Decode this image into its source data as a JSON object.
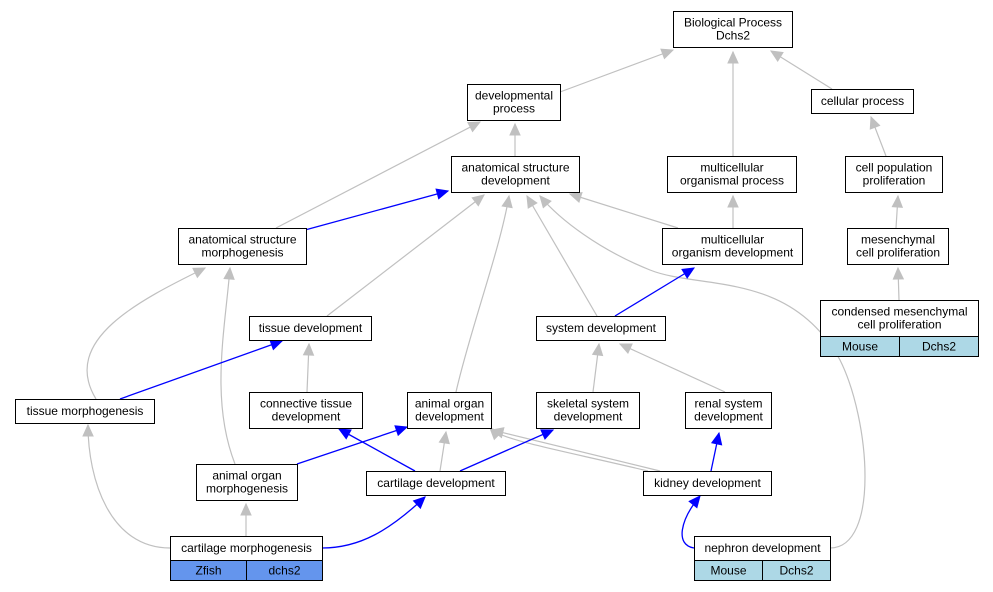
{
  "colors": {
    "edge_default": "#c0c0c0",
    "edge_highlight": "#0000ff",
    "mouse_cell": "#add8e6",
    "zfish_cell": "#6495ed",
    "node_fill": "#ffffff",
    "node_border": "#000000"
  },
  "nodes": {
    "biological_process": {
      "lines": [
        "Biological Process",
        "Dchs2"
      ]
    },
    "developmental_process": {
      "lines": [
        "developmental",
        "process"
      ]
    },
    "cellular_process": {
      "lines": [
        "cellular process"
      ]
    },
    "anatomical_structure_development": {
      "lines": [
        "anatomical structure",
        "development"
      ]
    },
    "multicellular_organismal_process": {
      "lines": [
        "multicellular",
        "organismal process"
      ]
    },
    "cell_population_proliferation": {
      "lines": [
        "cell population",
        "proliferation"
      ]
    },
    "anatomical_structure_morphogenesis": {
      "lines": [
        "anatomical structure",
        "morphogenesis"
      ]
    },
    "multicellular_organism_development": {
      "lines": [
        "multicellular",
        "organism development"
      ]
    },
    "mesenchymal_cell_proliferation": {
      "lines": [
        "mesenchymal",
        "cell proliferation"
      ]
    },
    "condensed_mesenchymal_cell_proliferation": {
      "lines": [
        "condensed mesenchymal",
        "cell proliferation"
      ],
      "cells": [
        "Mouse",
        "Dchs2"
      ],
      "cell_kind": "mouse"
    },
    "tissue_development": {
      "lines": [
        "tissue development"
      ]
    },
    "system_development": {
      "lines": [
        "system development"
      ]
    },
    "tissue_morphogenesis": {
      "lines": [
        "tissue morphogenesis"
      ]
    },
    "connective_tissue_development": {
      "lines": [
        "connective tissue",
        "development"
      ]
    },
    "animal_organ_development": {
      "lines": [
        "animal organ",
        "development"
      ]
    },
    "skeletal_system_development": {
      "lines": [
        "skeletal system",
        "development"
      ]
    },
    "renal_system_development": {
      "lines": [
        "renal system",
        "development"
      ]
    },
    "animal_organ_morphogenesis": {
      "lines": [
        "animal organ",
        "morphogenesis"
      ]
    },
    "cartilage_development": {
      "lines": [
        "cartilage development"
      ]
    },
    "kidney_development": {
      "lines": [
        "kidney development"
      ]
    },
    "cartilage_morphogenesis": {
      "lines": [
        "cartilage morphogenesis"
      ],
      "cells": [
        "Zfish",
        "dchs2"
      ],
      "cell_kind": "zfish"
    },
    "nephron_development": {
      "lines": [
        "nephron development"
      ],
      "cells": [
        "Mouse",
        "Dchs2"
      ],
      "cell_kind": "mouse"
    }
  },
  "edges": [
    {
      "from": "developmental_process",
      "to": "biological_process",
      "kind": "default"
    },
    {
      "from": "cellular_process",
      "to": "biological_process",
      "kind": "default"
    },
    {
      "from": "multicellular_organismal_process",
      "to": "biological_process",
      "kind": "default"
    },
    {
      "from": "anatomical_structure_development",
      "to": "developmental_process",
      "kind": "default"
    },
    {
      "from": "anatomical_structure_morphogenesis",
      "to": "developmental_process",
      "kind": "default"
    },
    {
      "from": "cell_population_proliferation",
      "to": "cellular_process",
      "kind": "default"
    },
    {
      "from": "multicellular_organism_development",
      "to": "multicellular_organismal_process",
      "kind": "default"
    },
    {
      "from": "multicellular_organism_development",
      "to": "anatomical_structure_development",
      "kind": "default"
    },
    {
      "from": "anatomical_structure_morphogenesis",
      "to": "anatomical_structure_development",
      "kind": "highlight"
    },
    {
      "from": "mesenchymal_cell_proliferation",
      "to": "cell_population_proliferation",
      "kind": "default"
    },
    {
      "from": "condensed_mesenchymal_cell_proliferation",
      "to": "mesenchymal_cell_proliferation",
      "kind": "default"
    },
    {
      "from": "tissue_development",
      "to": "anatomical_structure_development",
      "kind": "default"
    },
    {
      "from": "system_development",
      "to": "anatomical_structure_development",
      "kind": "default"
    },
    {
      "from": "animal_organ_development",
      "to": "anatomical_structure_development",
      "kind": "default"
    },
    {
      "from": "kidney_development",
      "to": "anatomical_structure_development",
      "kind": "default"
    },
    {
      "from": "nephron_development",
      "to": "anatomical_structure_development",
      "kind": "default"
    },
    {
      "from": "system_development",
      "to": "multicellular_organism_development",
      "kind": "highlight"
    },
    {
      "from": "tissue_morphogenesis",
      "to": "anatomical_structure_morphogenesis",
      "kind": "default"
    },
    {
      "from": "animal_organ_morphogenesis",
      "to": "anatomical_structure_morphogenesis",
      "kind": "default"
    },
    {
      "from": "tissue_morphogenesis",
      "to": "tissue_development",
      "kind": "highlight"
    },
    {
      "from": "connective_tissue_development",
      "to": "tissue_development",
      "kind": "default"
    },
    {
      "from": "skeletal_system_development",
      "to": "system_development",
      "kind": "default"
    },
    {
      "from": "renal_system_development",
      "to": "system_development",
      "kind": "default"
    },
    {
      "from": "cartilage_development",
      "to": "connective_tissue_development",
      "kind": "highlight"
    },
    {
      "from": "cartilage_development",
      "to": "animal_organ_development",
      "kind": "default"
    },
    {
      "from": "animal_organ_morphogenesis",
      "to": "animal_organ_development",
      "kind": "highlight"
    },
    {
      "from": "kidney_development",
      "to": "animal_organ_development",
      "kind": "default"
    },
    {
      "from": "cartilage_development",
      "to": "skeletal_system_development",
      "kind": "highlight"
    },
    {
      "from": "kidney_development",
      "to": "renal_system_development",
      "kind": "highlight"
    },
    {
      "from": "cartilage_morphogenesis",
      "to": "animal_organ_morphogenesis",
      "kind": "default"
    },
    {
      "from": "cartilage_morphogenesis",
      "to": "tissue_morphogenesis",
      "kind": "default"
    },
    {
      "from": "cartilage_morphogenesis",
      "to": "cartilage_development",
      "kind": "highlight"
    },
    {
      "from": "nephron_development",
      "to": "kidney_development",
      "kind": "highlight"
    }
  ]
}
